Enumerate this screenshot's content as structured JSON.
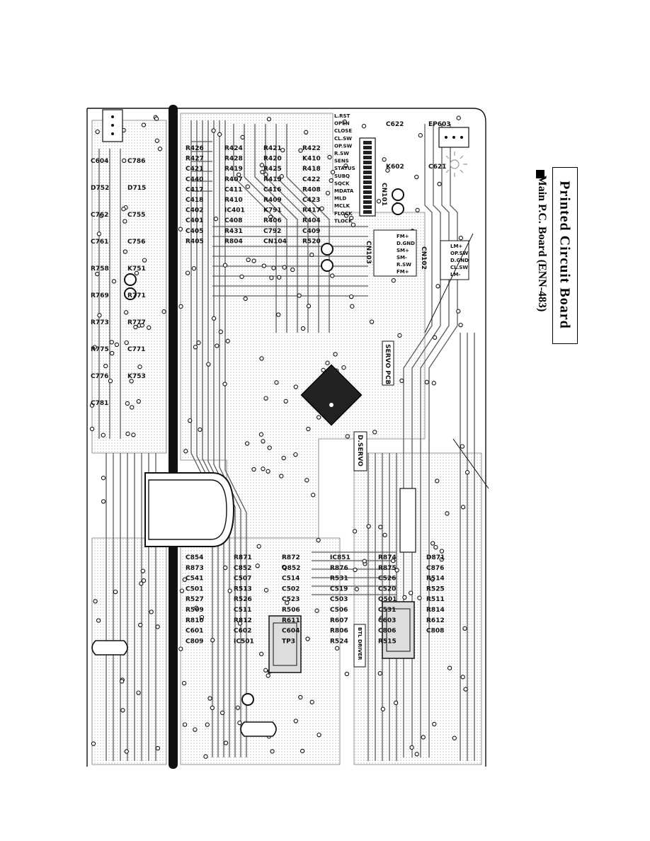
{
  "document": {
    "title": "Printed Circuit Board",
    "subtitle": "Main P.C. Board (ENN-483)"
  },
  "connector_cn101": {
    "name": "CN101",
    "signals": [
      "L.RST",
      "OPEN",
      "CLOSE",
      "CL.SW",
      "OP.SW",
      "R.SW",
      "SENS",
      "STATUS",
      "SUBQ",
      "SQCK",
      "MDATA",
      "MLD",
      "MCLK",
      "FLOCK",
      "TLOCK"
    ]
  },
  "connector_cn103": {
    "name": "CN103",
    "signals": [
      "FM+",
      "D.GND",
      "SM+",
      "SM-",
      "R.SW",
      "FM+"
    ]
  },
  "connector_cn102": {
    "name": "CN102",
    "signals": [
      "LM+",
      "OP.SW",
      "D.GND",
      "CL.SW",
      "LM-"
    ]
  },
  "blocks": {
    "servo": "SERVO PCB",
    "dservo": "D.SERVO",
    "btl": "BTL DRIVER"
  },
  "components": {
    "top_right": [
      "C622",
      "EP603",
      "K602",
      "C621"
    ],
    "upper": [
      "R426",
      "R424",
      "R421",
      "R422",
      "R427",
      "R428",
      "R420",
      "K410",
      "C421",
      "R419",
      "R425",
      "R418",
      "C440",
      "R407",
      "R415",
      "C422",
      "C417",
      "C411",
      "C416",
      "R408",
      "C418",
      "R410",
      "R409",
      "C423",
      "C402",
      "IC401",
      "K791",
      "R417",
      "C401",
      "C408",
      "R406",
      "R404",
      "C405",
      "R431",
      "C792",
      "C409",
      "R405",
      "R804",
      "CN104",
      "R520"
    ],
    "left": [
      "C604",
      "C786",
      "D752",
      "D715",
      "C762",
      "C755",
      "C761",
      "C756",
      "R758",
      "K751",
      "R769",
      "R771",
      "R773",
      "R777",
      "R775",
      "C771",
      "C776",
      "K753",
      "C781"
    ],
    "lower": [
      "C854",
      "R871",
      "R872",
      "IC851",
      "R874",
      "D871",
      "R873",
      "C852",
      "Q852",
      "R876",
      "R875",
      "C876",
      "C541",
      "C507",
      "C514",
      "R531",
      "C526",
      "R514",
      "C501",
      "R513",
      "C502",
      "C519",
      "C520",
      "R525",
      "R527",
      "R526",
      "C523",
      "C503",
      "Q501",
      "R511",
      "R509",
      "C511",
      "R506",
      "C506",
      "C531",
      "R814",
      "R810",
      "R812",
      "R611",
      "R607",
      "C603",
      "R612",
      "C601",
      "C602",
      "C604",
      "R806",
      "C806",
      "C808",
      "C809",
      "IC501",
      "TP3",
      "R524",
      "R515"
    ]
  },
  "colors": {
    "trace": "#5a5a5a",
    "ink": "#111111",
    "paper": "#ffffff",
    "shading": "#cfcfcf"
  }
}
